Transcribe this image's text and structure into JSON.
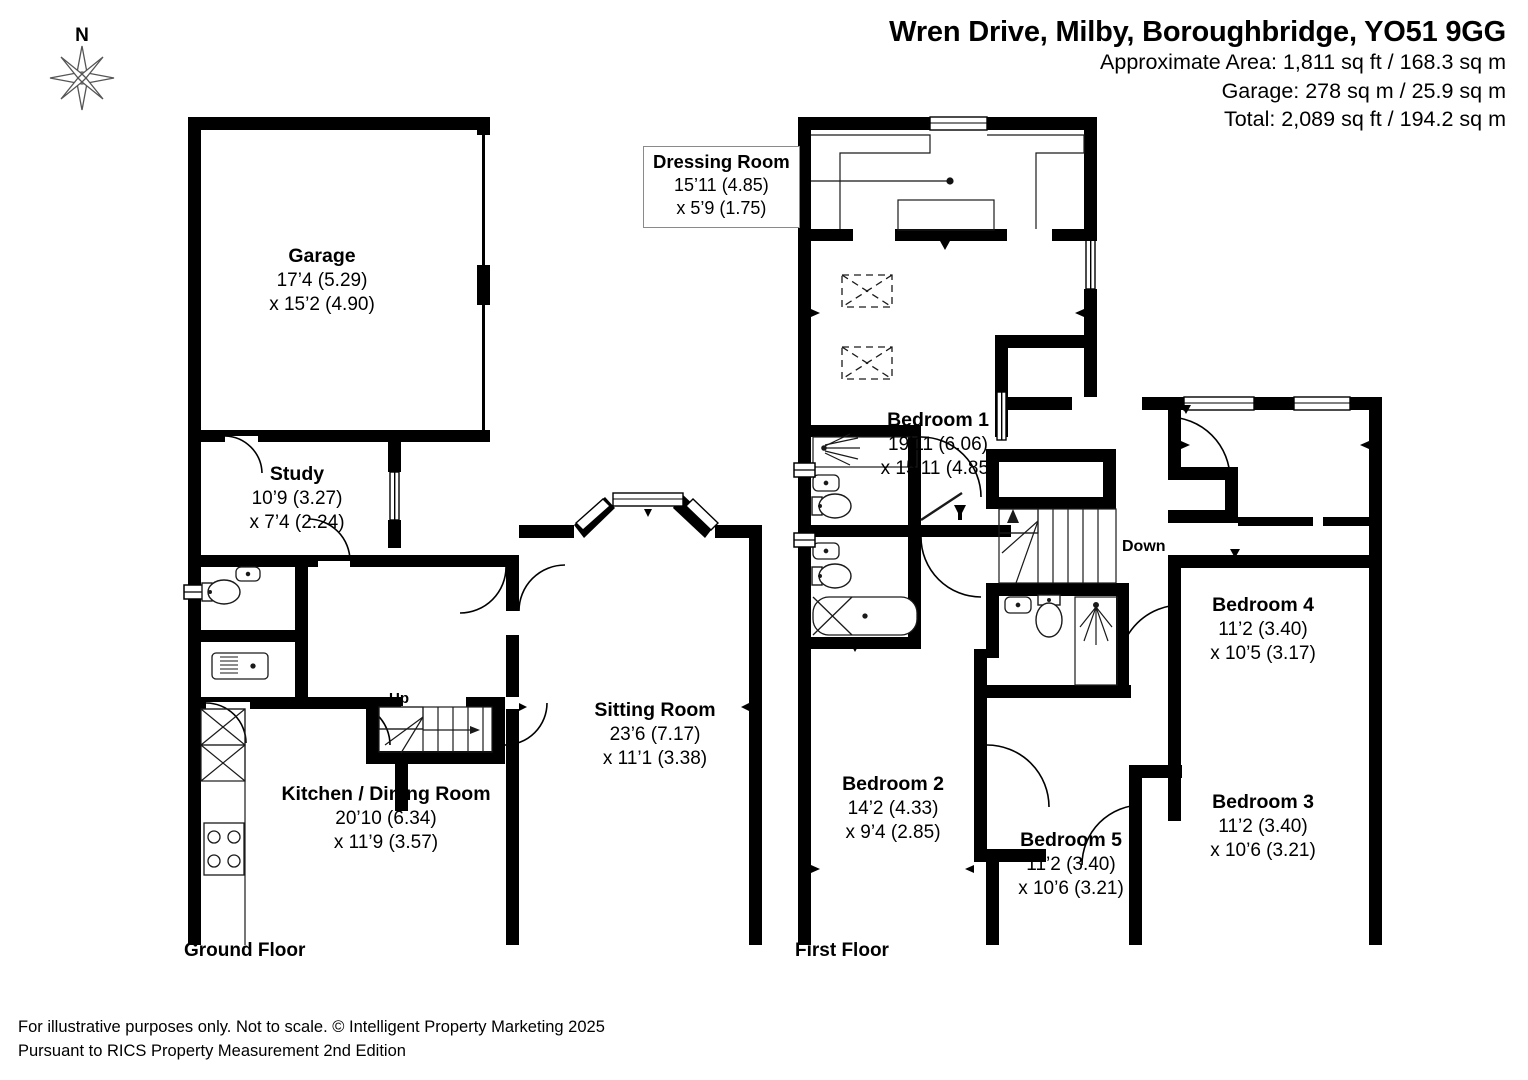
{
  "header": {
    "title": "Wren Drive, Milby, Boroughbridge, YO51 9GG",
    "area_line_1": "Approximate Area: 1,811 sq ft / 168.3 sq m",
    "area_line_2": "Garage: 278 sq m / 25.9 sq m",
    "area_line_3": "Total: 2,089 sq ft / 194.2 sq m"
  },
  "compass": {
    "north_label": "N",
    "icon": "compass-rose-icon"
  },
  "floors": {
    "ground": {
      "label": "Ground Floor"
    },
    "first": {
      "label": "First Floor"
    }
  },
  "callout": {
    "name": "Dressing Room",
    "dim_1": "15’11 (4.85)",
    "dim_2": "x 5’9 (1.75)"
  },
  "ground_floor_rooms": [
    {
      "name": "Garage",
      "dim_1": "17’4 (5.29)",
      "dim_2": "x 15’2 (4.90)"
    },
    {
      "name": "Study",
      "dim_1": "10’9 (3.27)",
      "dim_2": "x 7’4 (2.24)"
    },
    {
      "name": "Kitchen / Dining Room",
      "dim_1": "20’10 (6.34)",
      "dim_2": "x 11’9 (3.57)"
    },
    {
      "name": "Sitting Room",
      "dim_1": "23’6 (7.17)",
      "dim_2": "x 11’1 (3.38)"
    }
  ],
  "first_floor_rooms": [
    {
      "name": "Bedroom 1",
      "dim_1": "19’11 (6.06)",
      "dim_2": "x 15’11 (4.85)"
    },
    {
      "name": "Bedroom 2",
      "dim_1": "14’2 (4.33)",
      "dim_2": "x 9’4 (2.85)"
    },
    {
      "name": "Bedroom 3",
      "dim_1": "11’2 (3.40)",
      "dim_2": "x 10’6 (3.21)"
    },
    {
      "name": "Bedroom 4",
      "dim_1": "11’2 (3.40)",
      "dim_2": "x 10’5 (3.17)"
    },
    {
      "name": "Bedroom 5",
      "dim_1": "11’2 (3.40)",
      "dim_2": "x 10’6 (3.21)"
    }
  ],
  "stair_markers": {
    "up": "Up",
    "down": "Down"
  },
  "footer": {
    "line_1": "For illustrative purposes only. Not to scale. © Intelligent Property Marketing 2025",
    "line_2": "Pursuant to RICS Property Measurement 2nd Edition"
  },
  "colors": {
    "wall": "#000000",
    "background": "#ffffff",
    "fixture_outline": "#1a1a1a",
    "callout_border": "#8a8a8a",
    "leader_line": "#3b3b3b"
  }
}
